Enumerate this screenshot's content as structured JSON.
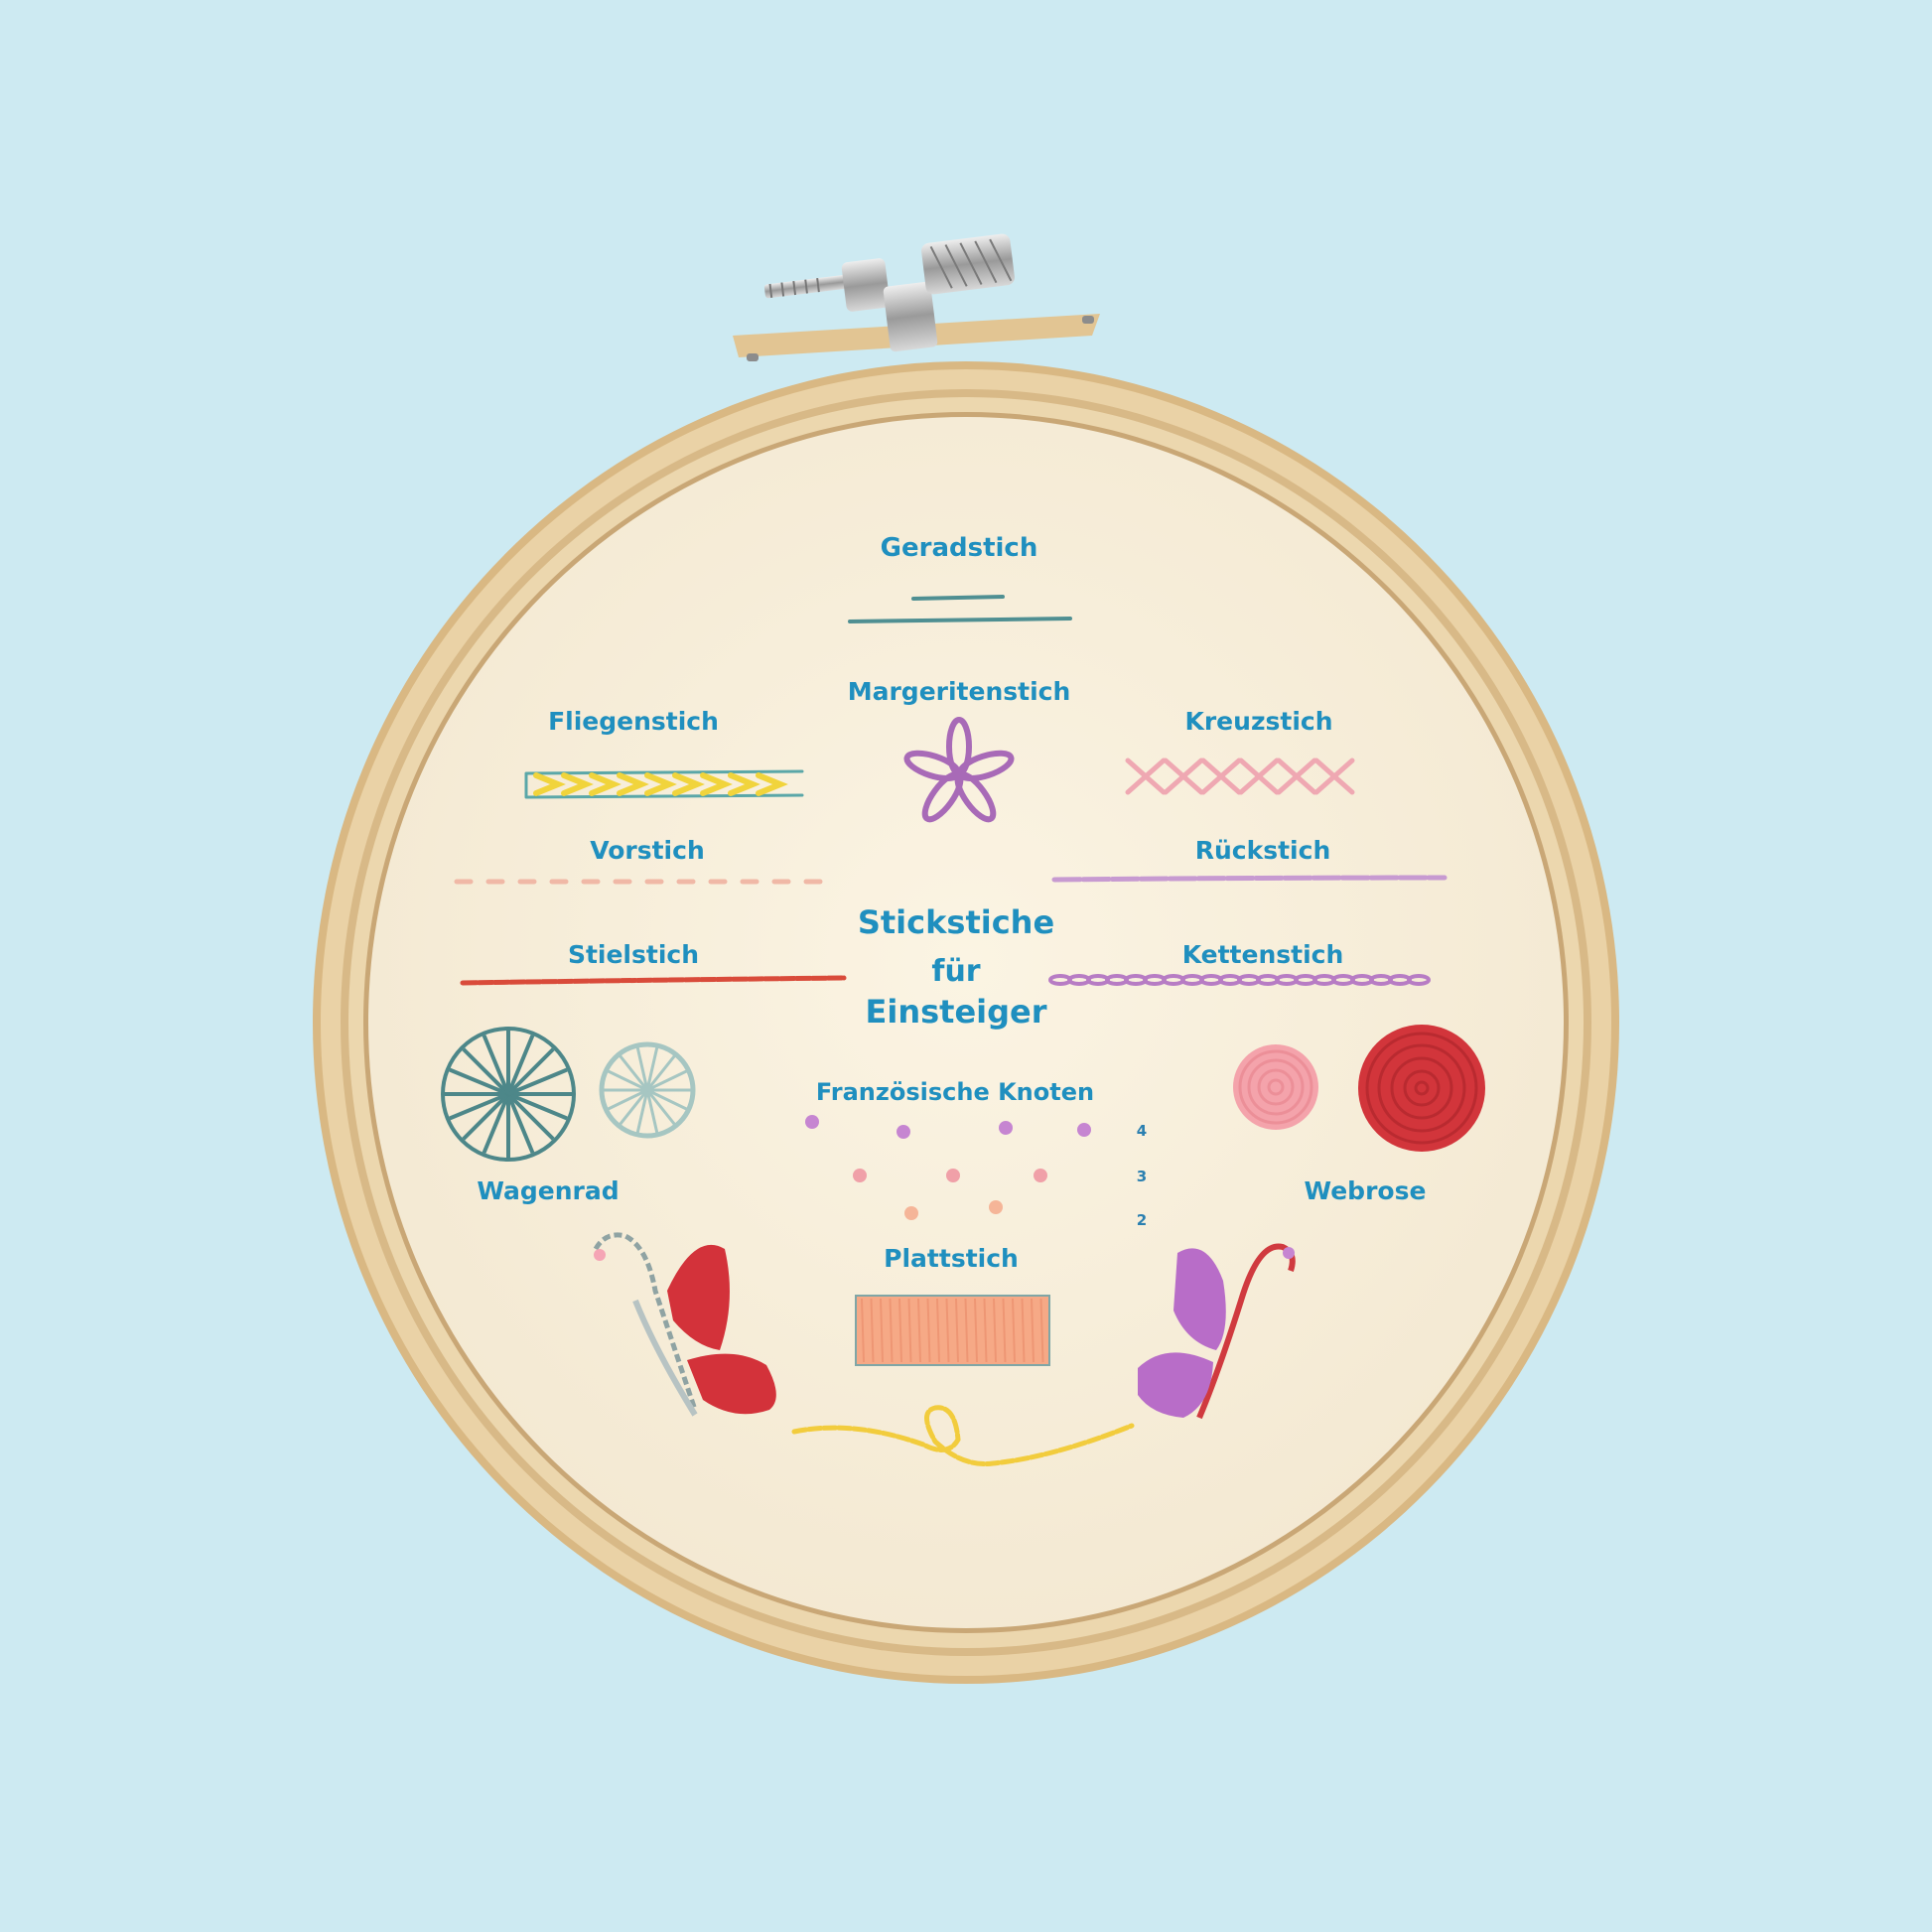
{
  "hoop": {
    "fabric_color": "#f7efdc",
    "wood_color": "#e6c99a",
    "thread_blue": "#1f8fbf"
  },
  "title": {
    "line1": "Stickstiche",
    "line2": "für",
    "line3": "Einsteiger"
  },
  "stitches": {
    "geradstich": "Geradstich",
    "margeritenstich": "Margeritenstich",
    "fliegenstich": "Fliegenstich",
    "kreuzstich": "Kreuzstich",
    "vorstich": "Vorstich",
    "rueckstich": "Rückstich",
    "stielstich": "Stielstich",
    "kettenstich": "Kettenstich",
    "franzoesische_knoten": "Französische Knoten",
    "wagenrad": "Wagenrad",
    "webrose": "Webrose",
    "plattstich": "Plattstich"
  },
  "knot_counts": [
    "4",
    "3",
    "2"
  ]
}
